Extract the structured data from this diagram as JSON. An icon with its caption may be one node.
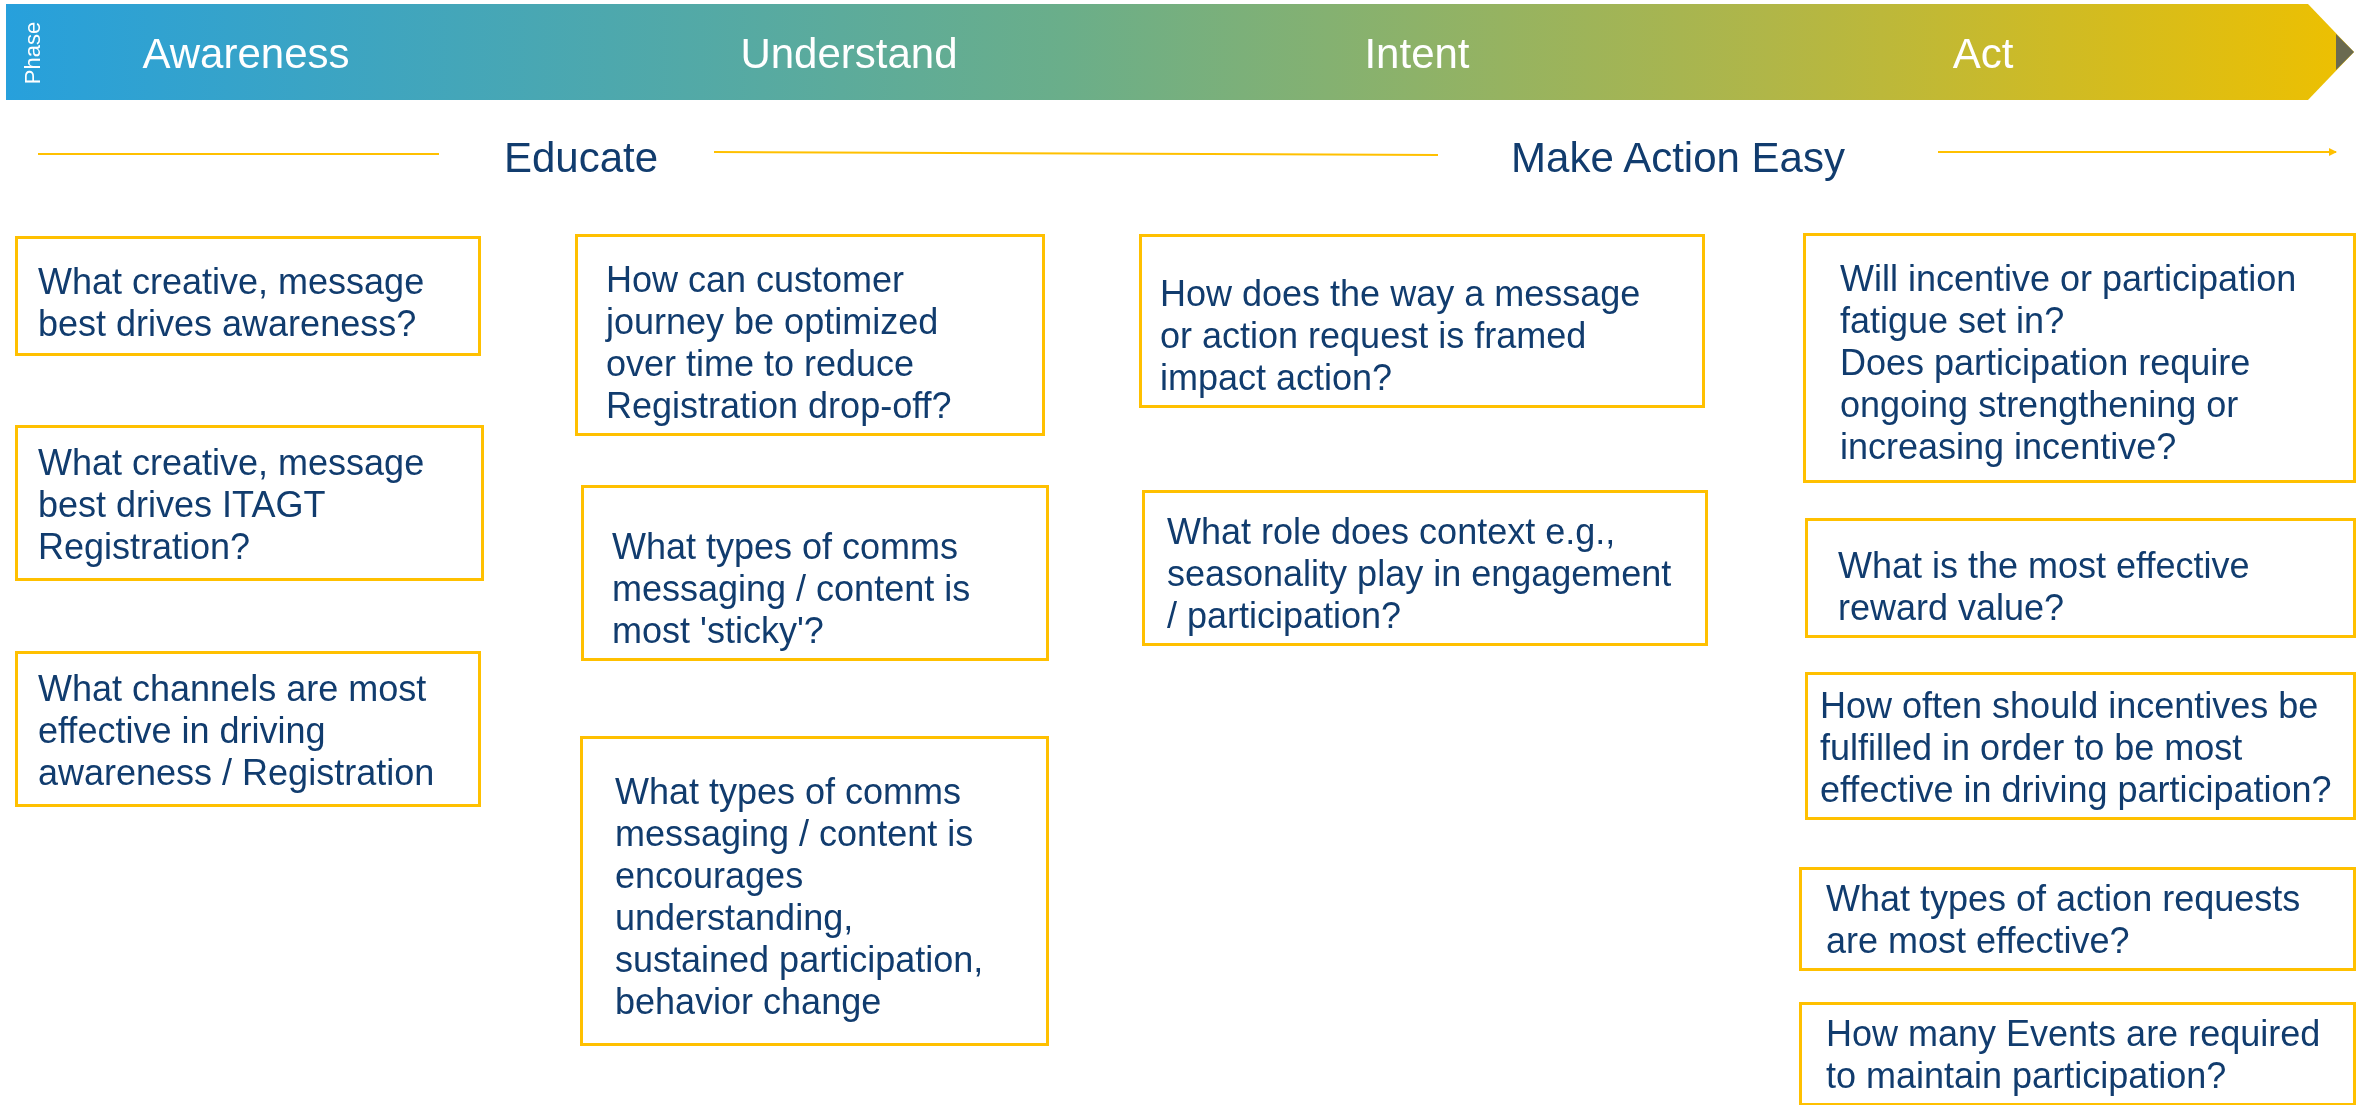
{
  "diagram": {
    "nodes": [
      {
        "text": [
          "Phase",
          "Awareness",
          "Understand",
          "Intent",
          "Act"
        ]
      },
      {
        "text": [
          "What creative, message best drives awareness?"
        ]
      },
      {
        "text": [
          "What creative, message best drives ITAGT Registration?"
        ]
      },
      {
        "text": [
          "What channels are most effective in driving awareness / Registration"
        ]
      },
      {
        "text": [
          "How can customer journey be optimized over time to reduce Registration drop-off?"
        ]
      },
      {
        "text": [
          "What types of comms messaging / content is most 'sticky'?"
        ]
      },
      {
        "text": [
          "What types of comms messaging / content is encourages understanding, sustained participation, behavior change"
        ]
      },
      {
        "text": [
          "How does the way a message or action request is framed impact action?"
        ]
      },
      {
        "text": [
          "What role does context e.g., seasonality play  in engagement / participation?"
        ]
      },
      {
        "text": [
          "Will incentive or participation fatigue set in?",
          "Does participation require ongoing strengthening or increasing incentive?"
        ]
      },
      {
        "text": [
          "What is the most effective reward value?"
        ]
      },
      {
        "text": [
          "How often should incentives be fulfilled in order to be most effective in driving participation?"
        ]
      },
      {
        "text": [
          "What types of action requests are most effective?"
        ]
      },
      {
        "text": [
          "How many Events are required to maintain participation?"
        ]
      }
    ],
    "edges": [],
    "labels": [
      "Educate",
      "Make Action Easy"
    ]
  }
}
